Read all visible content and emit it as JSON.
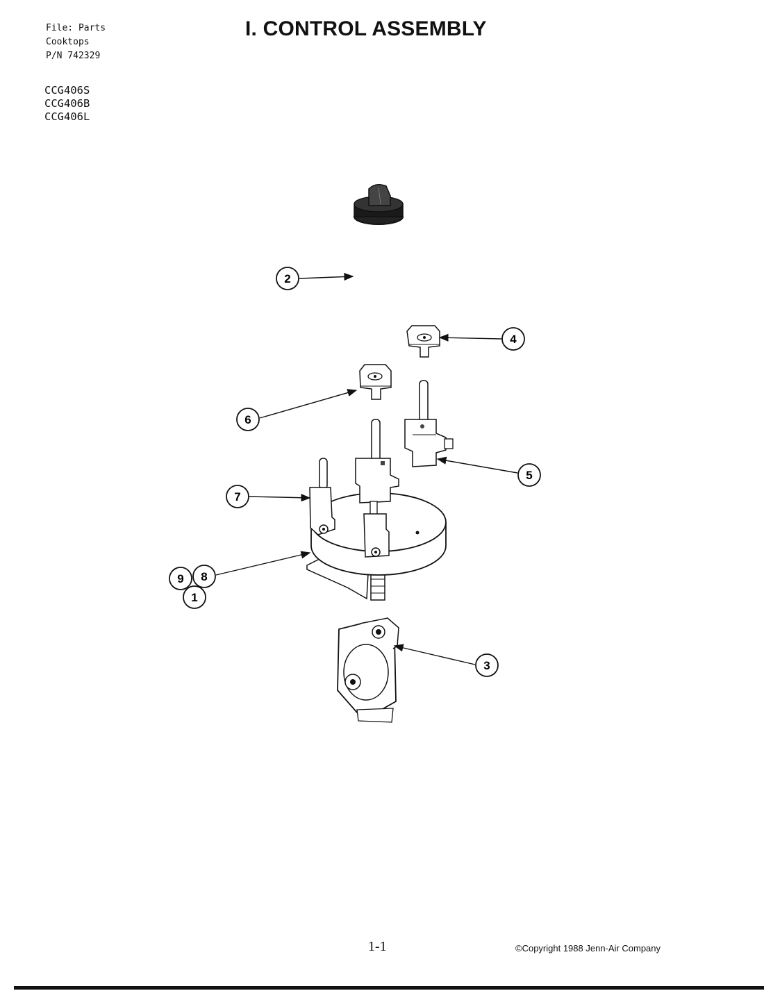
{
  "header": {
    "file_lines": [
      "File: Parts",
      "Cooktops",
      "P/N 742329"
    ],
    "models": [
      "CCG406S",
      "CCG406B",
      "CCG406L"
    ],
    "title": "I.  CONTROL ASSEMBLY"
  },
  "callouts": {
    "c1": "1",
    "c2": "2",
    "c3": "3",
    "c4": "4",
    "c5": "5",
    "c6": "6",
    "c7": "7",
    "c8": "8",
    "c9": "9"
  },
  "footer": {
    "page_number": "1-1",
    "copyright": "©Copyright 1988 Jenn-Air Company"
  }
}
